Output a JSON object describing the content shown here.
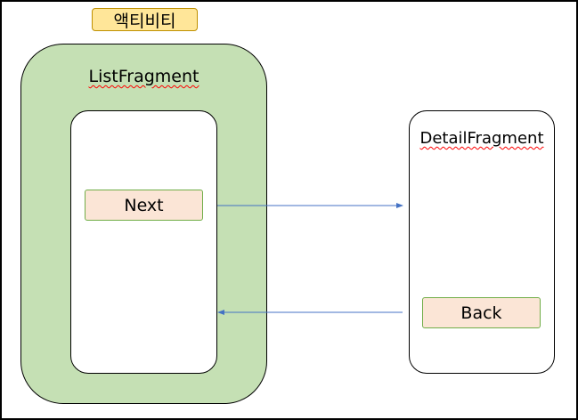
{
  "activity": {
    "label": "액티비티",
    "fill": "#ffe699",
    "border": "#bf9000"
  },
  "list_fragment": {
    "title": "ListFragment",
    "fill": "#c5e0b4",
    "next_button": "Next"
  },
  "detail_fragment": {
    "title": "DetailFragment",
    "back_button": "Back"
  },
  "button_style": {
    "fill": "#fbe5d6",
    "border": "#70ad47"
  },
  "arrow_color": "#4472c4"
}
